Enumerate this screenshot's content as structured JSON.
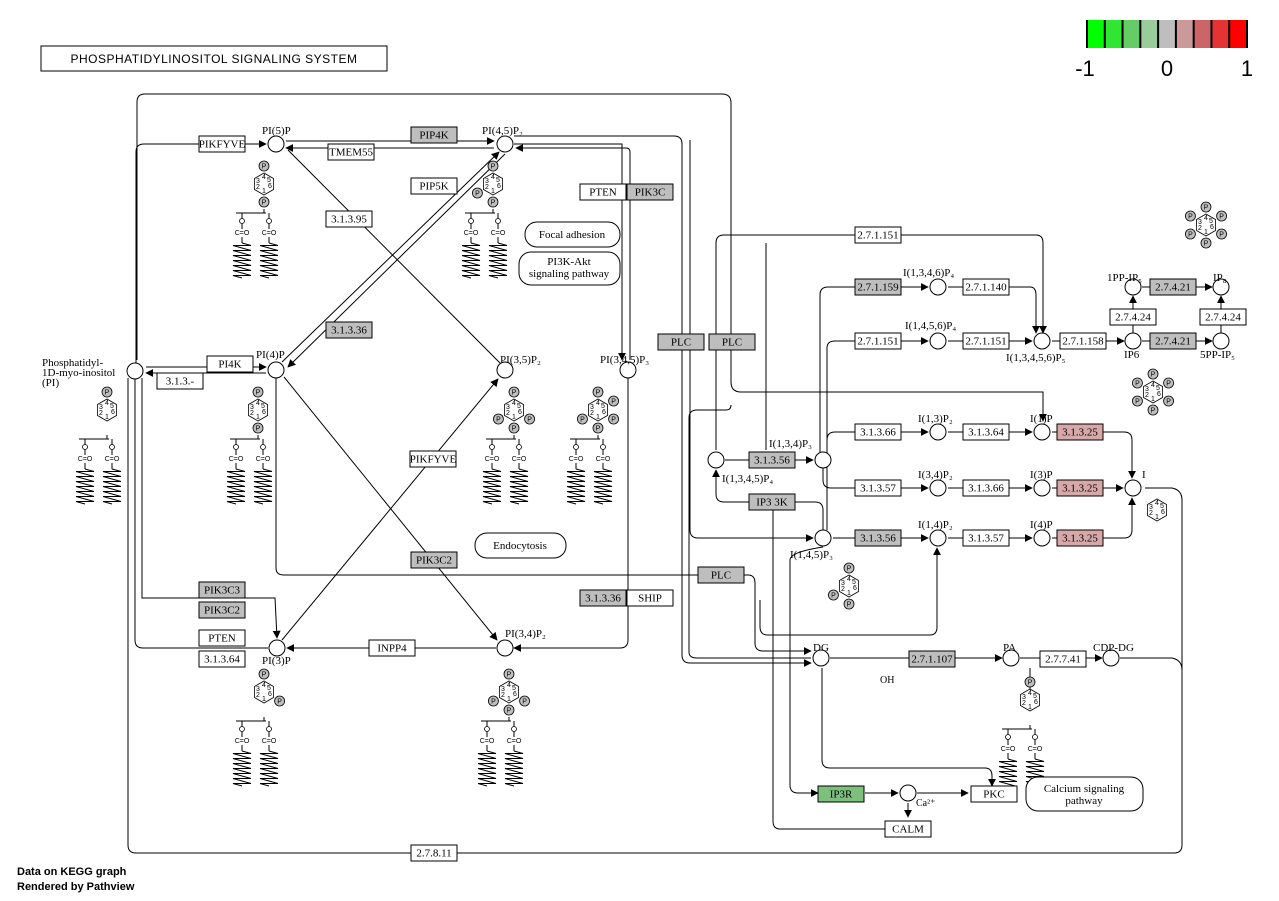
{
  "title": "PHOSPHATIDYLINOSITOL SIGNALING SYSTEM",
  "footer": {
    "line1": "Data on KEGG graph",
    "line2": "Rendered by Pathview"
  },
  "legend": {
    "labels": [
      "-1",
      "0",
      "1"
    ],
    "colors": [
      "#00ff00",
      "#33e533",
      "#66cc66",
      "#99cc99",
      "#bebebe",
      "#cc9999",
      "#cc6666",
      "#e53333",
      "#ff0000"
    ]
  },
  "colors": {
    "gray": "#bebebe",
    "green": "#7cc07c",
    "pink": "#d8a8a8",
    "white": "#ffffff"
  },
  "nodes": [
    {
      "id": "PIKFYVE_1",
      "text": "PIKFYVE",
      "fill": "white"
    },
    {
      "id": "PIP4K",
      "text": "PIP4K",
      "fill": "gray"
    },
    {
      "id": "TMEM55",
      "text": "TMEM55",
      "fill": "white"
    },
    {
      "id": "PIP5K",
      "text": "PIP5K",
      "fill": "white"
    },
    {
      "id": "PTEN_1",
      "text": "PTEN",
      "fill": "white"
    },
    {
      "id": "PIK3C",
      "text": "PIK3C",
      "fill": "gray"
    },
    {
      "id": "e3_1_3_95",
      "text": "3.1.3.95",
      "fill": "white"
    },
    {
      "id": "e3_1_3_36_a",
      "text": "3.1.3.36",
      "fill": "gray"
    },
    {
      "id": "PI4K",
      "text": "PI4K",
      "fill": "white"
    },
    {
      "id": "e3_1_3_",
      "text": "3.1.3.-",
      "fill": "white"
    },
    {
      "id": "PIKFYVE_2",
      "text": "PIKFYVE",
      "fill": "white"
    },
    {
      "id": "PIK3C2_a",
      "text": "PIK3C2",
      "fill": "gray"
    },
    {
      "id": "PIK3C3",
      "text": "PIK3C3",
      "fill": "gray"
    },
    {
      "id": "PIK3C2_b",
      "text": "PIK3C2",
      "fill": "gray"
    },
    {
      "id": "PTEN_2",
      "text": "PTEN",
      "fill": "white"
    },
    {
      "id": "e3_1_3_64_a",
      "text": "3.1.3.64",
      "fill": "white"
    },
    {
      "id": "INPP4",
      "text": "INPP4",
      "fill": "white"
    },
    {
      "id": "e3_1_3_36_b",
      "text": "3.1.3.36",
      "fill": "gray"
    },
    {
      "id": "SHIP",
      "text": "SHIP",
      "fill": "white"
    },
    {
      "id": "PLC_1",
      "text": "PLC",
      "fill": "gray"
    },
    {
      "id": "PLC_2",
      "text": "PLC",
      "fill": "gray"
    },
    {
      "id": "PLC_3",
      "text": "PLC",
      "fill": "gray"
    },
    {
      "id": "e2_7_1_151_a",
      "text": "2.7.1.151",
      "fill": "white"
    },
    {
      "id": "e2_7_1_159",
      "text": "2.7.1.159",
      "fill": "gray"
    },
    {
      "id": "e2_7_1_140",
      "text": "2.7.1.140",
      "fill": "white"
    },
    {
      "id": "e2_7_1_151_b",
      "text": "2.7.1.151",
      "fill": "white"
    },
    {
      "id": "e2_7_1_151_c",
      "text": "2.7.1.151",
      "fill": "white"
    },
    {
      "id": "e2_7_1_158",
      "text": "2.7.1.158",
      "fill": "white"
    },
    {
      "id": "e2_7_4_21_a",
      "text": "2.7.4.21",
      "fill": "gray"
    },
    {
      "id": "e2_7_4_24_a",
      "text": "2.7.4.24",
      "fill": "white"
    },
    {
      "id": "e2_7_4_24_b",
      "text": "2.7.4.24",
      "fill": "white"
    },
    {
      "id": "e2_7_4_21_b",
      "text": "2.7.4.21",
      "fill": "gray"
    },
    {
      "id": "e3_1_3_56_a",
      "text": "3.1.3.56",
      "fill": "gray"
    },
    {
      "id": "IP3_3K",
      "text": "IP3 3K",
      "fill": "gray"
    },
    {
      "id": "e3_1_3_66_a",
      "text": "3.1.3.66",
      "fill": "white"
    },
    {
      "id": "e3_1_3_64_b",
      "text": "3.1.3.64",
      "fill": "white"
    },
    {
      "id": "e3_1_3_25_a",
      "text": "3.1.3.25",
      "fill": "pink"
    },
    {
      "id": "e3_1_3_57_a",
      "text": "3.1.3.57",
      "fill": "white"
    },
    {
      "id": "e3_1_3_66_b",
      "text": "3.1.3.66",
      "fill": "white"
    },
    {
      "id": "e3_1_3_25_b",
      "text": "3.1.3.25",
      "fill": "pink"
    },
    {
      "id": "e3_1_3_56_b",
      "text": "3.1.3.56",
      "fill": "gray"
    },
    {
      "id": "e3_1_3_57_b",
      "text": "3.1.3.57",
      "fill": "white"
    },
    {
      "id": "e3_1_3_25_c",
      "text": "3.1.3.25",
      "fill": "pink"
    },
    {
      "id": "e2_7_1_107",
      "text": "2.7.1.107",
      "fill": "gray"
    },
    {
      "id": "e2_7_7_41",
      "text": "2.7.7.41",
      "fill": "white"
    },
    {
      "id": "IP3R",
      "text": "IP3R",
      "fill": "green"
    },
    {
      "id": "PKC",
      "text": "PKC",
      "fill": "white"
    },
    {
      "id": "CALM",
      "text": "CALM",
      "fill": "white"
    },
    {
      "id": "e2_7_8_11",
      "text": "2.7.8.11",
      "fill": "white"
    }
  ],
  "pathways": [
    {
      "id": "focal",
      "text": "Focal adhesion"
    },
    {
      "id": "pi3k_1",
      "text": "PI3K-Akt"
    },
    {
      "id": "pi3k_2",
      "text": "signaling pathway"
    },
    {
      "id": "endo",
      "text": "Endocytosis"
    },
    {
      "id": "calc_1",
      "text": "Calcium signaling"
    },
    {
      "id": "calc_2",
      "text": "pathway"
    }
  ],
  "compounds": [
    {
      "id": "PI5P",
      "text": "PI(5)P"
    },
    {
      "id": "PI45P2",
      "text": "PI(4,5)P₂"
    },
    {
      "id": "PI_1",
      "text": "Phosphatidyl-"
    },
    {
      "id": "PI_2",
      "text": "1D-myo-inositol"
    },
    {
      "id": "PI_3",
      "text": "(PI)"
    },
    {
      "id": "PI4P",
      "text": "PI(4)P"
    },
    {
      "id": "PI35P2",
      "text": "PI(3,5)P₂"
    },
    {
      "id": "PI345P3",
      "text": "PI(3,4,5)P₃"
    },
    {
      "id": "PI3P",
      "text": "PI(3)P"
    },
    {
      "id": "PI34P2",
      "text": "PI(3,4)P₂"
    },
    {
      "id": "I1346P4",
      "text": "I(1,3,4,6)P₄"
    },
    {
      "id": "I1456P4",
      "text": "I(1,4,5,6)P₄"
    },
    {
      "id": "I13456P5",
      "text": "I(1,3,4,5,6)P₅"
    },
    {
      "id": "IP6",
      "text": "IP6"
    },
    {
      "id": "PPIP5",
      "text": "1PP-IP₅"
    },
    {
      "id": "IP8",
      "text": "IP₈"
    },
    {
      "id": "PPIP5_5",
      "text": "5PP-IP₅"
    },
    {
      "id": "I134P3",
      "text": "I(1,3,4)P₃"
    },
    {
      "id": "I1345P4",
      "text": "I(1,3,4,5)P₄"
    },
    {
      "id": "I13P2",
      "text": "I(1,3)P₂"
    },
    {
      "id": "I1P",
      "text": "I(1)P"
    },
    {
      "id": "I34P2",
      "text": "I(3,4)P₂"
    },
    {
      "id": "I3P",
      "text": "I(3)P"
    },
    {
      "id": "I",
      "text": "I"
    },
    {
      "id": "I145P3",
      "text": "I(1,4,5)P₃"
    },
    {
      "id": "I14P2",
      "text": "I(1,4)P₂"
    },
    {
      "id": "I4P",
      "text": "I(4)P"
    },
    {
      "id": "DG",
      "text": "DG"
    },
    {
      "id": "PA",
      "text": "PA"
    },
    {
      "id": "CDPDG",
      "text": "CDP-DG"
    },
    {
      "id": "Ca",
      "text": "Ca²⁺"
    },
    {
      "id": "OH",
      "text": "OH"
    }
  ],
  "ring": {
    "n4": "4",
    "n5": "5",
    "n3": "3",
    "n6": "6",
    "n2": "2",
    "n1": "1",
    "p": "P",
    "co": "C=O"
  }
}
